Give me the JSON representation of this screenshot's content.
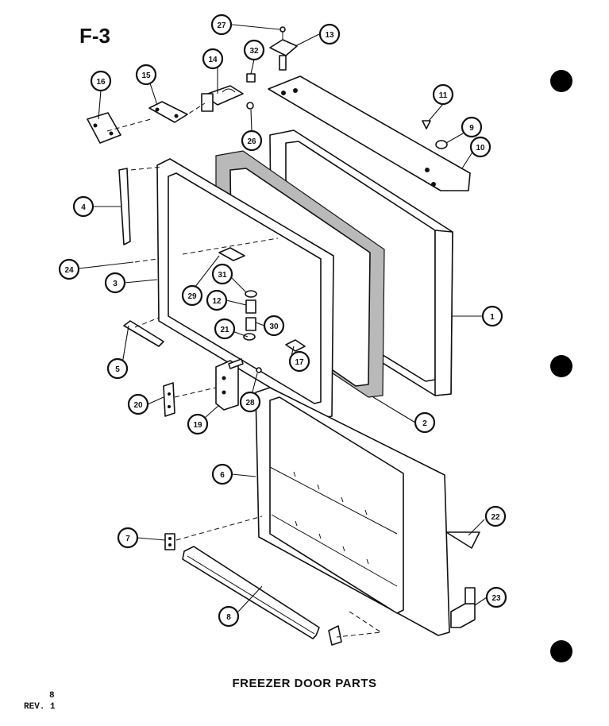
{
  "sheet_id": "F-3",
  "caption": "FREEZER DOOR PARTS",
  "page_number": "8",
  "revision": "REV. 1",
  "callouts": [
    "27",
    "13",
    "32",
    "14",
    "16",
    "15",
    "26",
    "11",
    "9",
    "10",
    "4",
    "1",
    "24",
    "3",
    "29",
    "31",
    "12",
    "21",
    "30",
    "5",
    "17",
    "20",
    "19",
    "28",
    "2",
    "6",
    "22",
    "7",
    "23",
    "8"
  ]
}
